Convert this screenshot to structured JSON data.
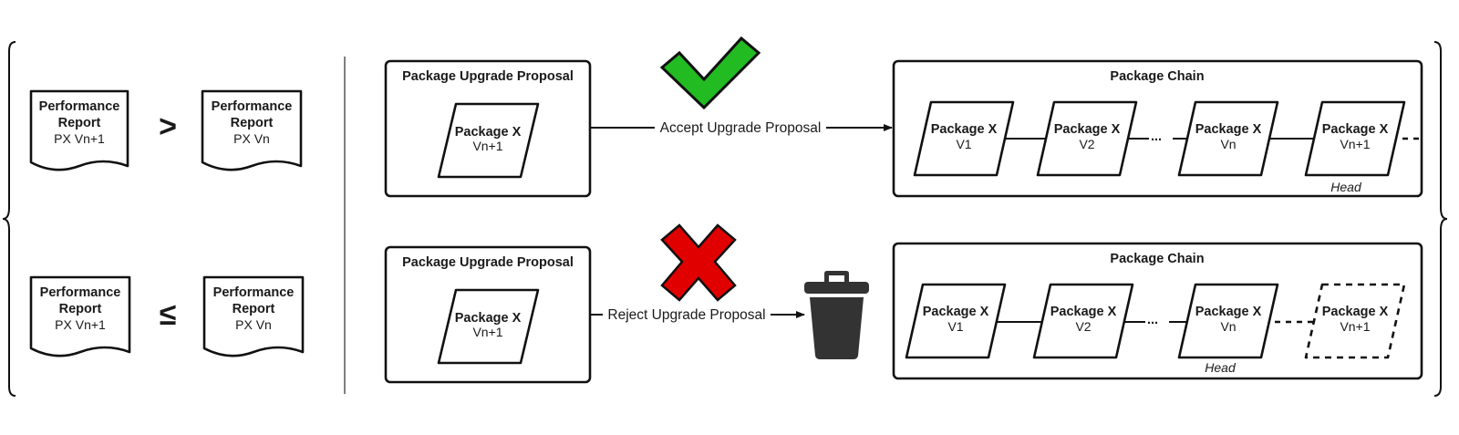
{
  "comparisons": [
    {
      "left": {
        "title_line1": "Performance",
        "title_line2": "Report",
        "version": "PX Vn+1"
      },
      "symbol": ">",
      "right": {
        "title_line1": "Performance",
        "title_line2": "Report",
        "version": "PX Vn"
      }
    },
    {
      "left": {
        "title_line1": "Performance",
        "title_line2": "Report",
        "version": "PX Vn+1"
      },
      "symbol": "≤",
      "right": {
        "title_line1": "Performance",
        "title_line2": "Report",
        "version": "PX Vn"
      }
    }
  ],
  "accept_row": {
    "proposal": {
      "title": "Package Upgrade Proposal",
      "package_name": "Package X",
      "package_version": "Vn+1"
    },
    "action_label": "Accept Upgrade Proposal",
    "status_icon": "checkmark-icon",
    "status_color": "#22bb22",
    "chain": {
      "title": "Package Chain",
      "ellipsis": "...",
      "head_label": "Head",
      "packages": [
        {
          "name": "Package X",
          "version": "V1"
        },
        {
          "name": "Package X",
          "version": "V2"
        },
        {
          "name": "Package X",
          "version": "Vn"
        },
        {
          "name": "Package X",
          "version": "Vn+1"
        }
      ]
    }
  },
  "reject_row": {
    "proposal": {
      "title": "Package Upgrade Proposal",
      "package_name": "Package X",
      "package_version": "Vn+1"
    },
    "action_label": "Reject Upgrade Proposal",
    "status_icon": "cross-icon",
    "status_color": "#e00000",
    "target_icon": "trash-can-icon",
    "chain": {
      "title": "Package Chain",
      "ellipsis": "...",
      "head_label": "Head",
      "packages": [
        {
          "name": "Package X",
          "version": "V1"
        },
        {
          "name": "Package X",
          "version": "V2"
        },
        {
          "name": "Package X",
          "version": "Vn"
        },
        {
          "name": "Package X",
          "version": "Vn+1"
        }
      ]
    }
  }
}
